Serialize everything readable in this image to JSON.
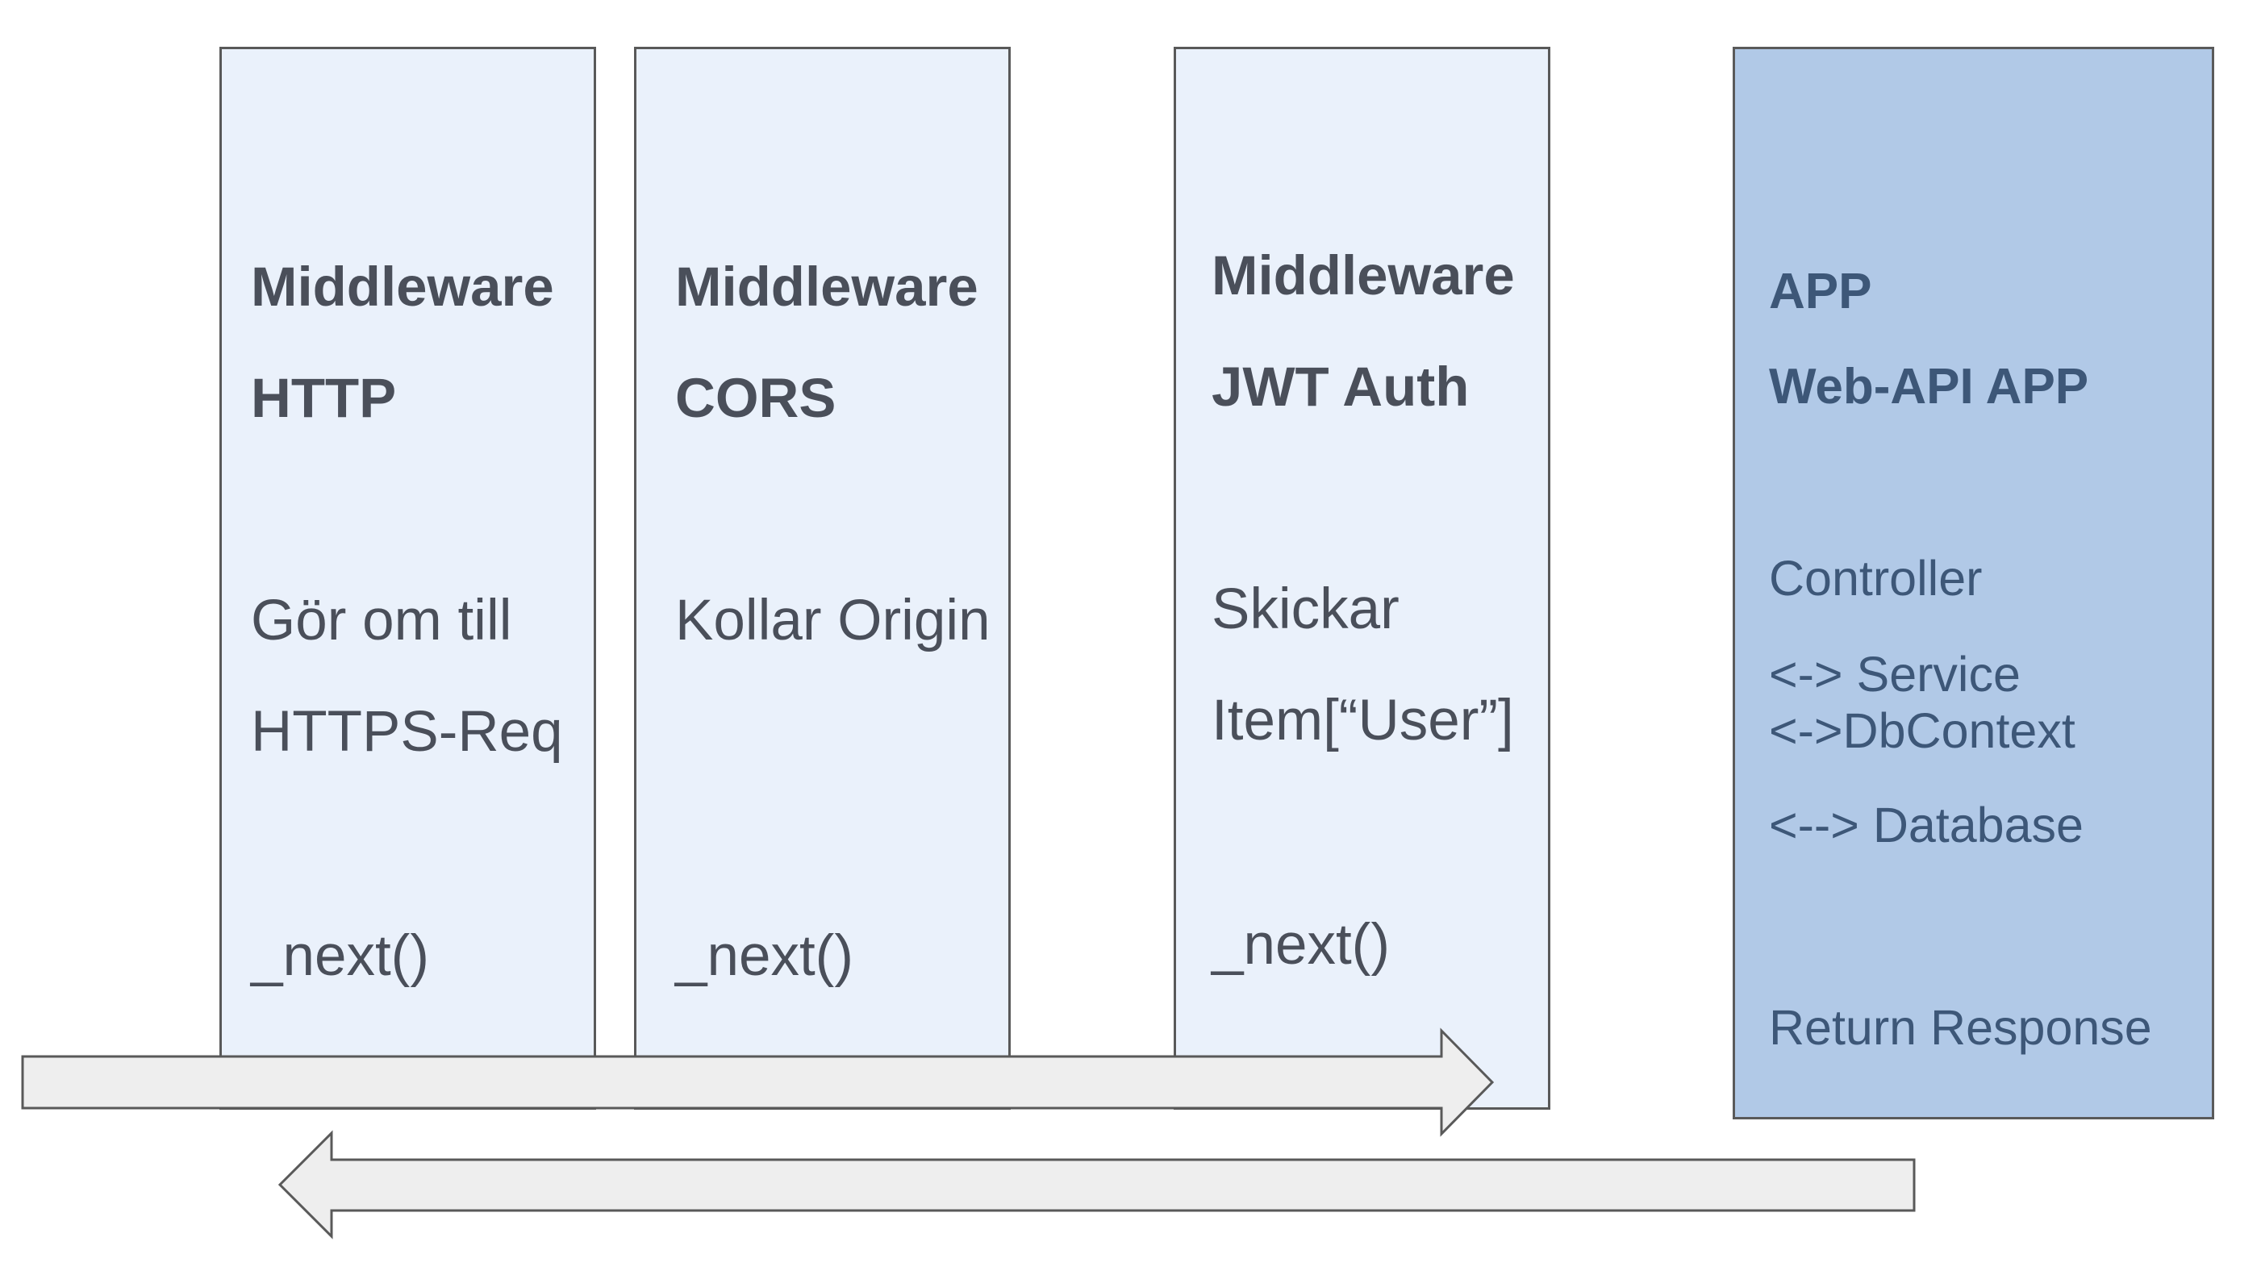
{
  "boxes": [
    {
      "id": "http",
      "title": "Middleware",
      "subtitle": "HTTP",
      "desc": [
        "Gör om till",
        "HTTPS-Req"
      ],
      "call": "_next()"
    },
    {
      "id": "cors",
      "title": "Middleware",
      "subtitle": "CORS",
      "desc": [
        "Kollar Origin"
      ],
      "call": "_next()"
    },
    {
      "id": "jwt",
      "title": "Middleware",
      "subtitle": "JWT Auth",
      "desc": [
        "Skickar",
        "Item[“User”]"
      ],
      "call": "_next()"
    }
  ],
  "app": {
    "title": "APP",
    "subtitle": "Web-API APP",
    "lines": [
      "Controller",
      "<-> Service",
      "<->DbContext",
      "<--> Database"
    ],
    "footer": "Return Response"
  },
  "colors": {
    "middleware_fill": "#eaf1fb",
    "app_fill": "#b1c9e7",
    "arrow_fill": "#eeeeee",
    "border": "#595959"
  }
}
